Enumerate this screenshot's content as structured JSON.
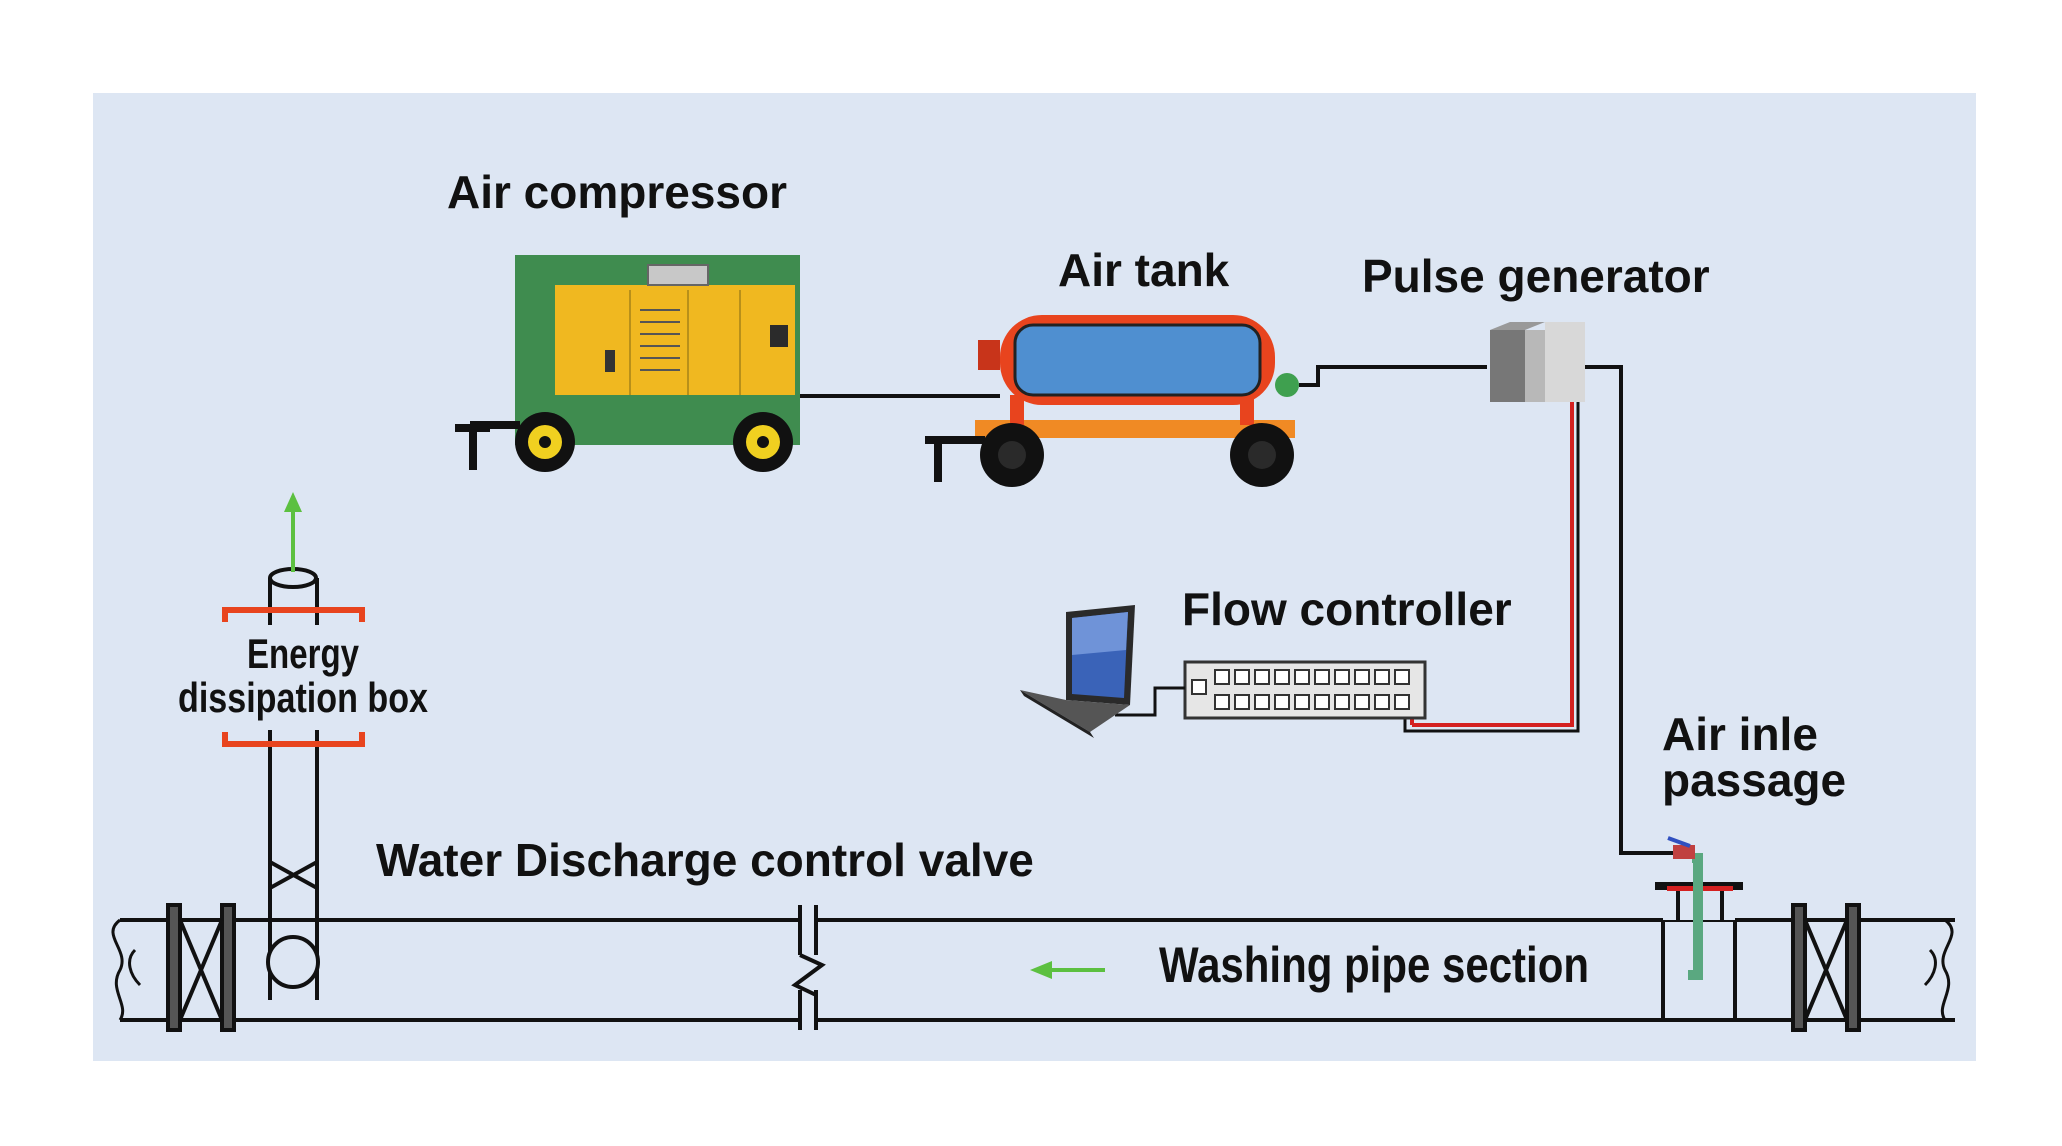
{
  "labels": {
    "air_compressor": "Air compressor",
    "air_tank": "Air tank",
    "pulse_generator": "Pulse generator",
    "flow_controller": "Flow controller",
    "energy_line1": "Energy",
    "energy_line2": "dissipation box",
    "air_inlet_line1": "Air inle",
    "air_inlet_line2": "passage",
    "water_valve": "Water Discharge control valve",
    "washing_pipe": "Washing pipe section"
  },
  "colors": {
    "background_panel": "#dbe5f2",
    "pipe_stroke": "#111111",
    "compressor_frame": "#3f8c4f",
    "compressor_body": "#f0b820",
    "tank_shell": "#e8441e",
    "tank_core": "#4f8fd0",
    "trailer_bar": "#f08a24",
    "energy_box_bracket": "#e8441e",
    "signal_wire": "#d42020",
    "flow_arrow": "#5cc040",
    "inlet_pipe": "#5aa880"
  },
  "icons": [
    "laptop-icon",
    "compressor-icon",
    "air-tank-icon",
    "pulse-generator-icon",
    "flow-controller-icon",
    "valve-icon",
    "flow-arrow-icon"
  ]
}
